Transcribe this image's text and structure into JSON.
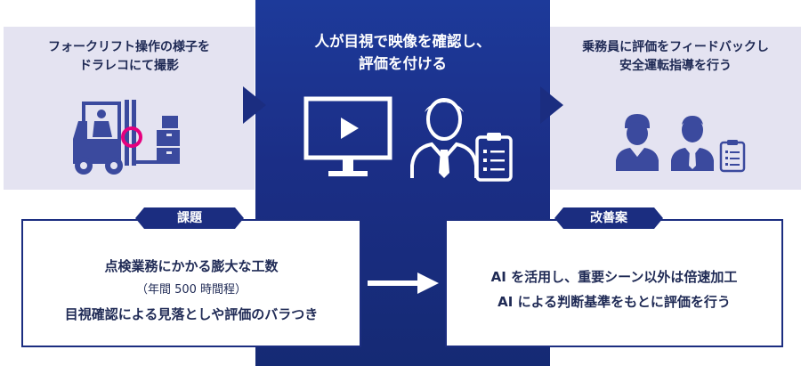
{
  "steps": [
    {
      "line1": "フォークリフト操作の様子を",
      "line2": "ドラレコにて撮影"
    },
    {
      "line1": "人が目視で映像を確認し、",
      "line2": "評価を付ける"
    },
    {
      "line1": "乗務員に評価をフィードバックし",
      "line2": "安全運転指導を行う"
    }
  ],
  "issue": {
    "tag": "課題",
    "line1": "点検業務にかかる膨大な工数",
    "line2": "（年間 500 時間程）",
    "line3": "目視確認による見落としや評価のバラつき"
  },
  "solution": {
    "tag": "改善案",
    "line1": "AI を活用し、重要シーン以外は倍速加工",
    "line2": "AI による判断基準をもとに評価を行う"
  },
  "icons": {
    "step1": "forklift-camera-icon",
    "step2": [
      "monitor-play-icon",
      "evaluator-person-icon",
      "clipboard-icon"
    ],
    "step3": [
      "driver-icon",
      "instructor-icon",
      "clipboard-icon"
    ]
  },
  "colors": {
    "navy": "#1b2d80",
    "panel": "#e4e3f1",
    "icon": "#3b4a9e",
    "highlight": "#e6007e"
  }
}
